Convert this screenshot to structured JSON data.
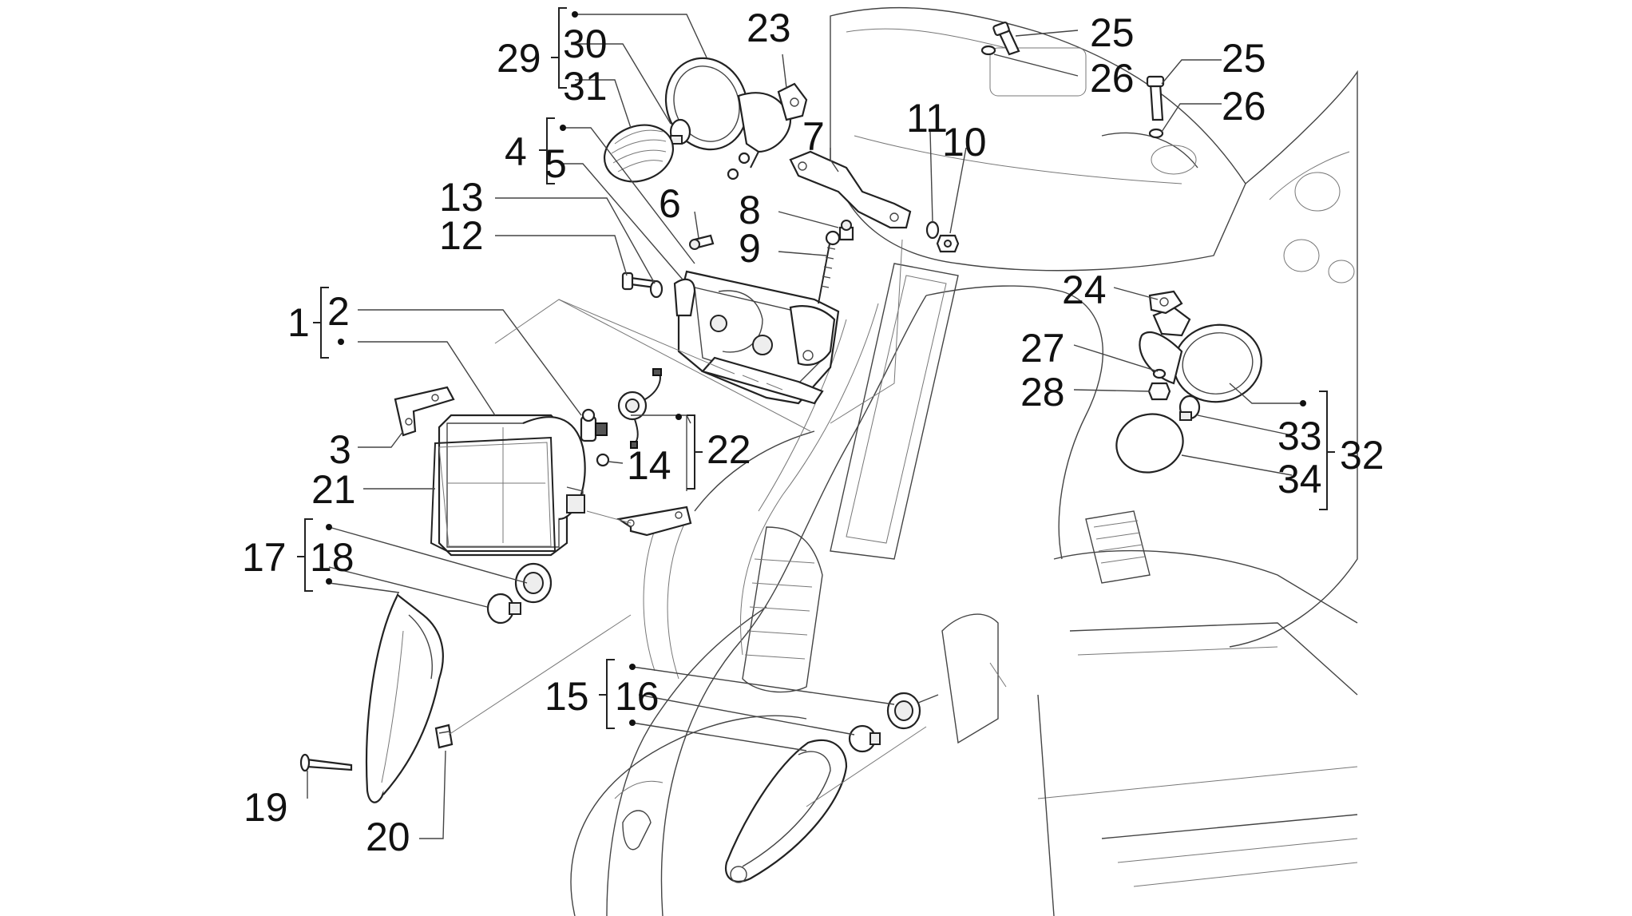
{
  "labels": {
    "l1": "1",
    "l2": "2",
    "l3": "3",
    "l4": "4",
    "l5": "5",
    "l6": "6",
    "l7": "7",
    "l8": "8",
    "l9": "9",
    "l10": "10",
    "l11": "11",
    "l12": "12",
    "l13": "13",
    "l14": "14",
    "l15": "15",
    "l16": "16",
    "l17": "17",
    "l18": "18",
    "l19": "19",
    "l20": "20",
    "l21": "21",
    "l22": "22",
    "l23": "23",
    "l24": "24",
    "l25a": "25",
    "l25b": "25",
    "l26a": "26",
    "l26b": "26",
    "l27": "27",
    "l28": "28",
    "l29": "29",
    "l30": "30",
    "l31": "31",
    "l32": "32",
    "l33": "33",
    "l34": "34"
  },
  "colors": {
    "line": "#222222",
    "text": "#111111",
    "background": "#ffffff"
  }
}
